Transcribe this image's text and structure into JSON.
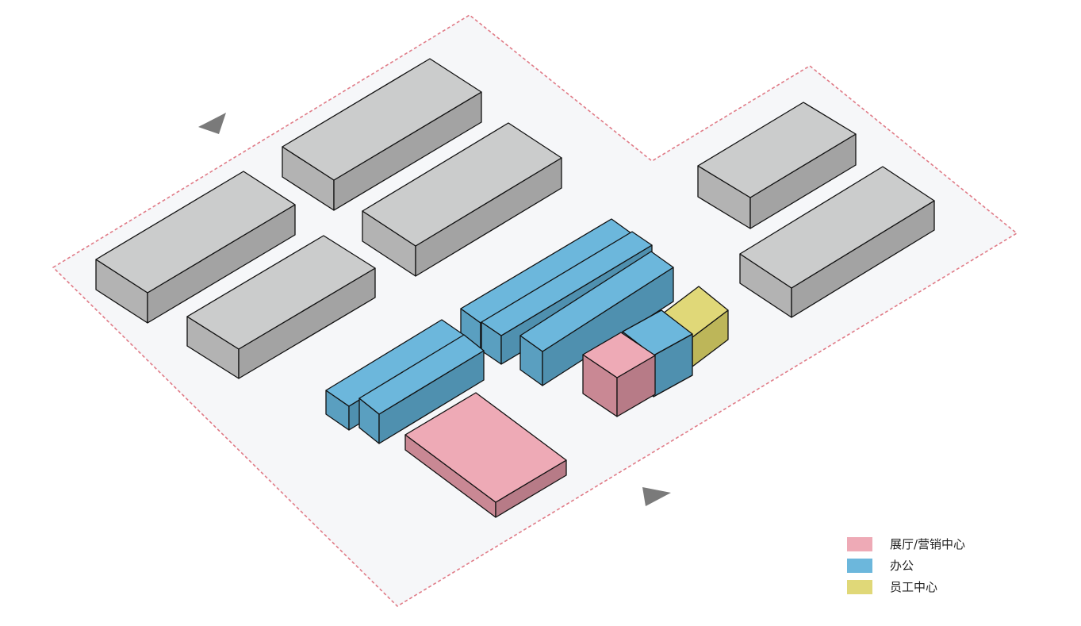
{
  "colors": {
    "page_bg": "#ffffff",
    "site_fill": "#f6f7f9",
    "site_border": "#e07b87",
    "edge": "#111111",
    "arrow": "#7a7a7a",
    "existing": {
      "top": "#cbcccc",
      "left": "#b3b3b3",
      "right": "#a3a3a3"
    },
    "exhibition": {
      "top": "#eeaab6",
      "left": "#c98894",
      "right": "#b77b87"
    },
    "office": {
      "top": "#6cb7dc",
      "left": "#5a9fc0",
      "right": "#4f90af"
    },
    "staff": {
      "top": "#e0d878",
      "left": "#cac25e",
      "right": "#bdb659"
    }
  },
  "legend": [
    {
      "label": "展厅/营销中心",
      "color": "#eeaab6"
    },
    {
      "label": "办公",
      "color": "#6cb7dc"
    },
    {
      "label": "员工中心",
      "color": "#e0d878"
    }
  ]
}
